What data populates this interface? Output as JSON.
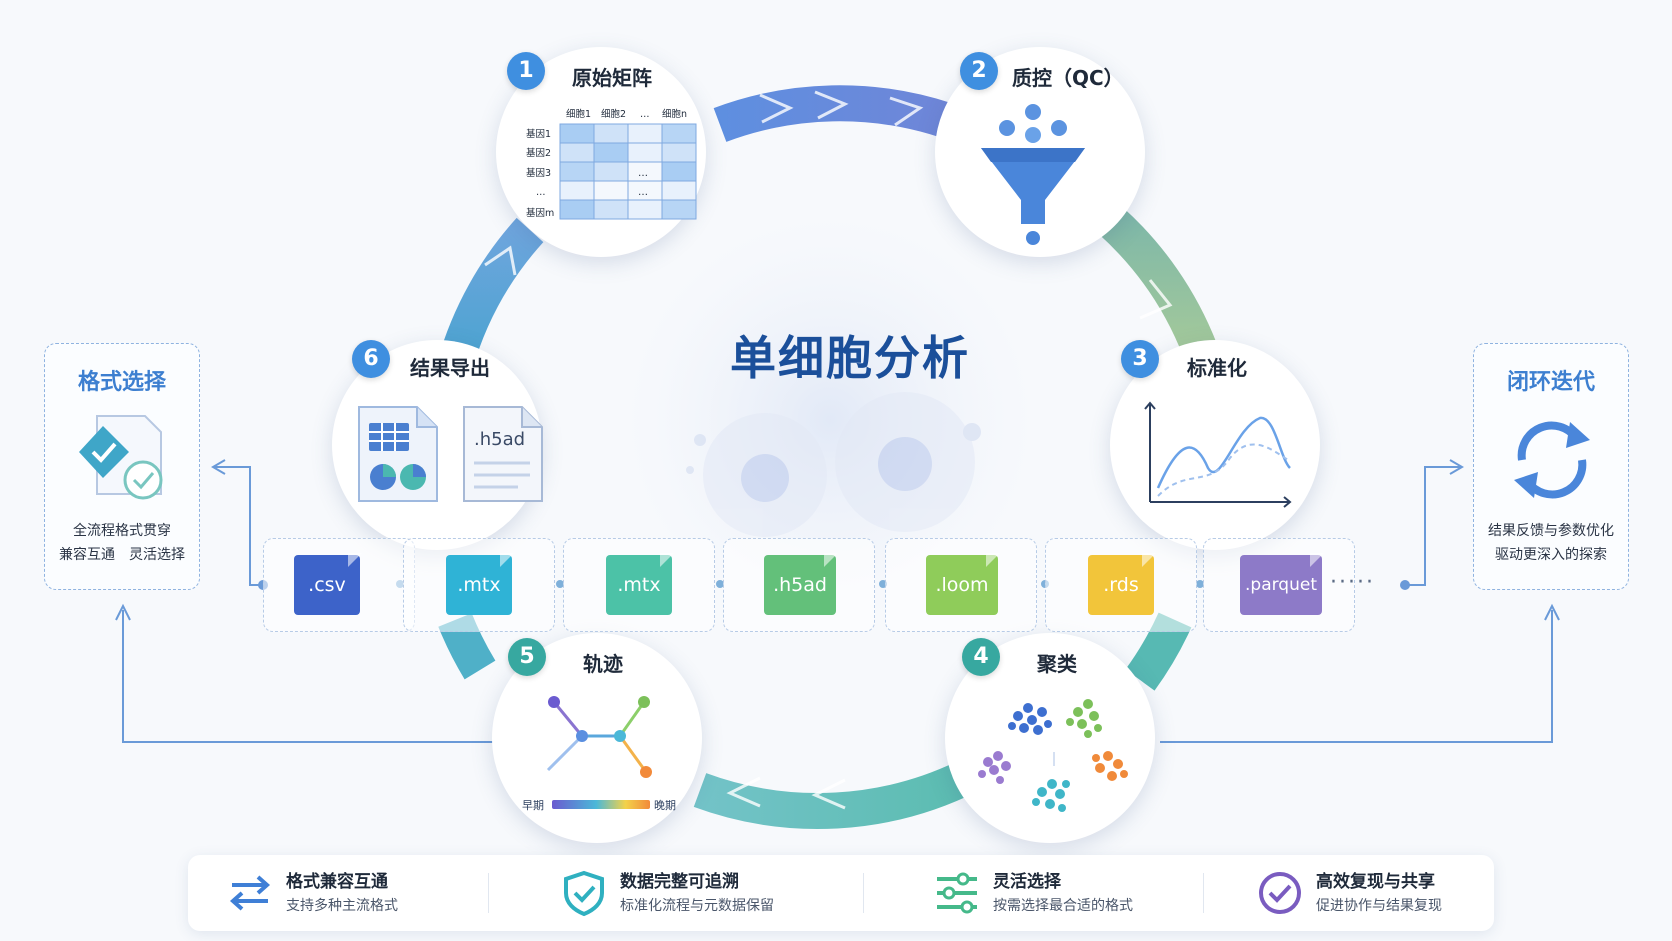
{
  "center_title": "单细胞分析",
  "stages": [
    {
      "num": "1",
      "title": "原始矩阵",
      "color": "#3f8fe0"
    },
    {
      "num": "2",
      "title": "质控（QC）",
      "color": "#3f8fe0"
    },
    {
      "num": "3",
      "title": "标准化",
      "color": "#3f8fe0"
    },
    {
      "num": "4",
      "title": "聚类",
      "color": "#37a8a0"
    },
    {
      "num": "5",
      "title": "轨迹",
      "color": "#37a8a0"
    },
    {
      "num": "6",
      "title": "结果导出",
      "color": "#3f8fe0"
    }
  ],
  "matrix": {
    "col_headers": [
      "细胞1",
      "细胞2",
      "…",
      "细胞n"
    ],
    "row_headers": [
      "基因1",
      "基因2",
      "基因3",
      "…",
      "基因m"
    ],
    "ellipsis": "…"
  },
  "trajectory": {
    "early": "早期",
    "late": "晚期"
  },
  "export_file_label": ".h5ad",
  "left_box": {
    "title": "格式选择",
    "desc_line1": "全流程格式贯穿",
    "desc_line2": "兼容互通　灵活选择"
  },
  "right_box": {
    "title": "闭环迭代",
    "desc_line1": "结果反馈与参数优化",
    "desc_line2": "驱动更深入的探索"
  },
  "formats": [
    {
      "label": ".csv",
      "color": "#3d63c9"
    },
    {
      "label": ".mtx",
      "color": "#2fb3d6"
    },
    {
      "label": ".mtx",
      "color": "#4cc2a7"
    },
    {
      "label": ".h5ad",
      "color": "#63c07a"
    },
    {
      "label": ".loom",
      "color": "#8fcc5a"
    },
    {
      "label": ".rds",
      "color": "#f2c53a"
    },
    {
      "label": ".parquet",
      "color": "#8d7ac8"
    }
  ],
  "formats_more": "·····",
  "features": [
    {
      "title": "格式兼容互通",
      "desc": "支持多种主流格式",
      "icon": "swap-arrows-icon",
      "color": "#3f7fd6"
    },
    {
      "title": "数据完整可追溯",
      "desc": "标准化流程与元数据保留",
      "icon": "shield-check-icon",
      "color": "#2fb0c0"
    },
    {
      "title": "灵活选择",
      "desc": "按需选择最合适的格式",
      "icon": "sliders-icon",
      "color": "#45b98a"
    },
    {
      "title": "高效复现与共享",
      "desc": "促进协作与结果复现",
      "icon": "check-circle-icon",
      "color": "#7a5cc0"
    }
  ]
}
